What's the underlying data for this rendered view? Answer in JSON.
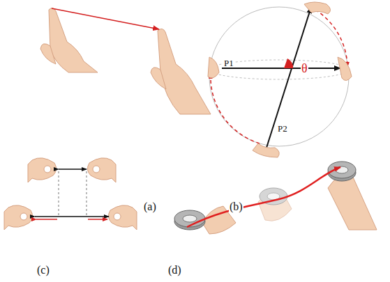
{
  "diagram": {
    "labels": [
      "(a)",
      "(b)",
      "(c)",
      "(d)",
      "P1",
      "P2",
      "θ"
    ]
  }
}
